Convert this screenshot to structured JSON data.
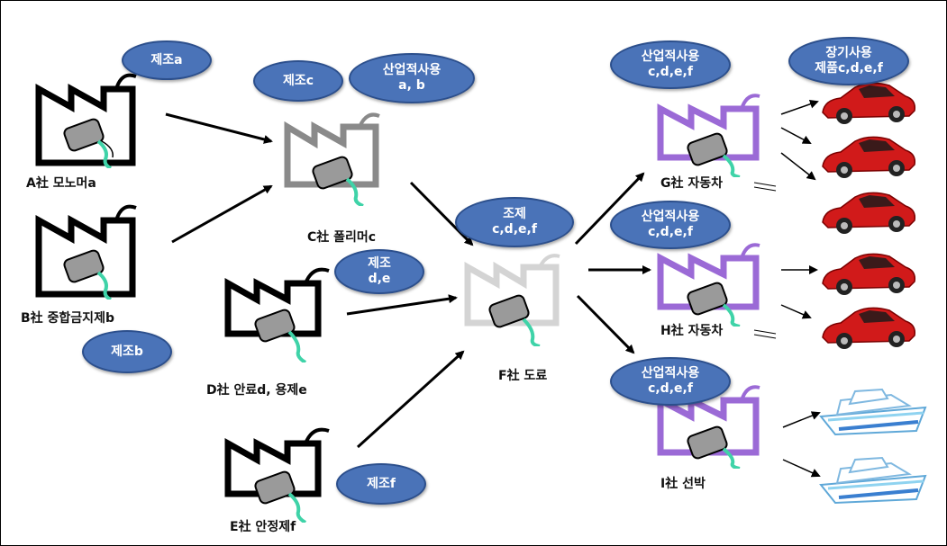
{
  "factories": {
    "A": {
      "label": "A社 모노머a",
      "color": "#000000"
    },
    "B": {
      "label": "B社 중합금지제b",
      "color": "#000000"
    },
    "C": {
      "label": "C社 폴리머c",
      "color": "#8a8a8a"
    },
    "D": {
      "label": "D社 안료d, 용제e",
      "color": "#000000"
    },
    "E": {
      "label": "E社 안정제f",
      "color": "#000000"
    },
    "F": {
      "label": "F社 도료",
      "color": "#cfcfcf"
    },
    "G": {
      "label": "G社 자동차",
      "color": "#9b6ad6"
    },
    "H": {
      "label": "H社 자동차",
      "color": "#9b6ad6"
    },
    "I": {
      "label": "I社 선박",
      "color": "#9b6ad6"
    }
  },
  "bubbles": {
    "A": {
      "line1": "제조a",
      "line2": ""
    },
    "B": {
      "line1": "제조b",
      "line2": ""
    },
    "C": {
      "line1": "제조c",
      "line2": ""
    },
    "C_use": {
      "line1": "산업적사용",
      "line2": "a, b"
    },
    "D": {
      "line1": "제조",
      "line2": "d,e"
    },
    "E": {
      "line1": "제조f",
      "line2": ""
    },
    "F": {
      "line1": "조제",
      "line2": "c,d,e,f"
    },
    "G": {
      "line1": "산업적사용",
      "line2": "c,d,e,f"
    },
    "H": {
      "line1": "산업적사용",
      "line2": "c,d,e,f"
    },
    "I": {
      "line1": "산업적사용",
      "line2": "c,d,e,f"
    },
    "long": {
      "line1": "장기사용",
      "line2": "제품c,d,e,f"
    }
  },
  "colors": {
    "bubble_fill": "#4a73b8",
    "car": "#d11a1a",
    "ship": "#8fd3f0",
    "pipe": "#3fd3a8"
  },
  "icons": {
    "factory": "factory-icon",
    "car": "car-icon",
    "ship": "ship-icon"
  }
}
